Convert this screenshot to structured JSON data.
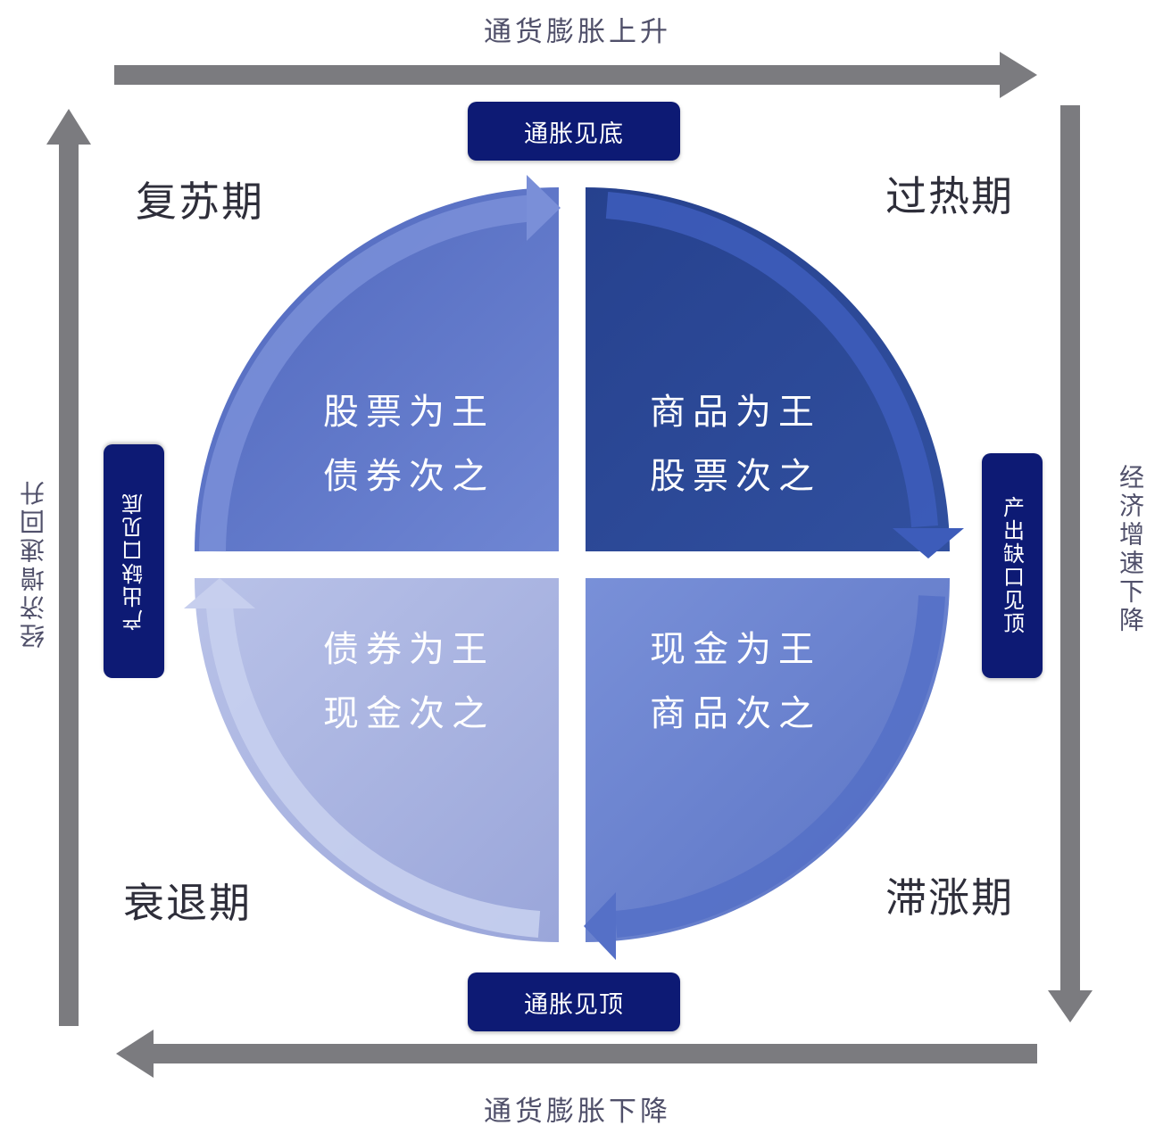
{
  "axes": {
    "top": "通货膨胀上升",
    "bottom": "通货膨胀下降",
    "left": "经济增速回升",
    "right": "经济增速下降"
  },
  "boxes": {
    "top": "通胀见底",
    "bottom": "通胀见顶",
    "left": "产出缺口见底",
    "right": "产出缺口见顶"
  },
  "phases": {
    "recovery": "复苏期",
    "overheat": "过热期",
    "stagflation": "滞涨期",
    "recession": "衰退期"
  },
  "quadrants": {
    "recovery": {
      "line1": "股票为王",
      "line2": "债券次之",
      "fill": "#5b72c6",
      "text_color": "#ffffff"
    },
    "overheat": {
      "line1": "商品为王",
      "line2": "股票次之",
      "fill": "#2c4598",
      "text_color": "#ffffff"
    },
    "stagflation": {
      "line1": "现金为王",
      "line2": "商品次之",
      "fill": "#6a82cf",
      "text_color": "#ffffff"
    },
    "recession": {
      "line1": "债券为王",
      "line2": "现金次之",
      "fill": "#a9b4e0",
      "text_color": "#ffffff"
    }
  },
  "colors": {
    "axis_arrow": "#7b7b7f",
    "label_box": "#0d1a74"
  }
}
